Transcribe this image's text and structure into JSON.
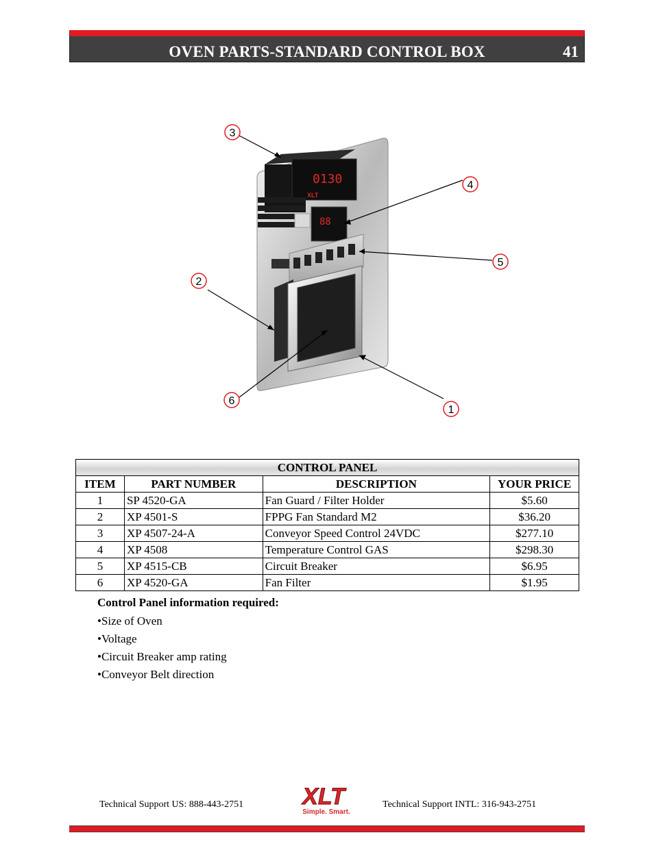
{
  "header": {
    "title": "OVEN PARTS-STANDARD CONTROL BOX",
    "page_number": "41"
  },
  "figure": {
    "callouts": [
      "1",
      "2",
      "3",
      "4",
      "5",
      "6"
    ],
    "display_readout": "0130",
    "temp_readout": "88",
    "logo_small": "XLT"
  },
  "table": {
    "title": "CONTROL PANEL",
    "headers": [
      "ITEM",
      "PART NUMBER",
      "DESCRIPTION",
      "YOUR PRICE"
    ],
    "rows": [
      {
        "item": "1",
        "part": "SP 4520-GA",
        "desc": "Fan Guard / Filter Holder",
        "price": "$5.60"
      },
      {
        "item": "2",
        "part": "XP 4501-S",
        "desc": "FPPG Fan Standard M2",
        "price": "$36.20"
      },
      {
        "item": "3",
        "part": "XP 4507-24-A",
        "desc": "Conveyor Speed Control 24VDC",
        "price": "$277.10"
      },
      {
        "item": "4",
        "part": "XP 4508",
        "desc": "Temperature Control GAS",
        "price": "$298.30"
      },
      {
        "item": "5",
        "part": "XP 4515-CB",
        "desc": "Circuit Breaker",
        "price": "$6.95"
      },
      {
        "item": "6",
        "part": "XP 4520-GA",
        "desc": "Fan Filter",
        "price": "$1.95"
      }
    ]
  },
  "info": {
    "heading": "Control Panel information required:",
    "bullets": [
      "•Size of Oven",
      "•Voltage",
      "•Circuit Breaker amp rating",
      "•Conveyor Belt direction"
    ]
  },
  "footer": {
    "support_us": "Technical Support  US:  888-443-2751",
    "support_intl": "Technical Support  INTL:  316-943-2751",
    "logo_text": "XLT",
    "logo_tagline": "Simple. Smart.",
    "colors": {
      "accent_red": "#e01b24",
      "header_gray": "#404040"
    }
  }
}
